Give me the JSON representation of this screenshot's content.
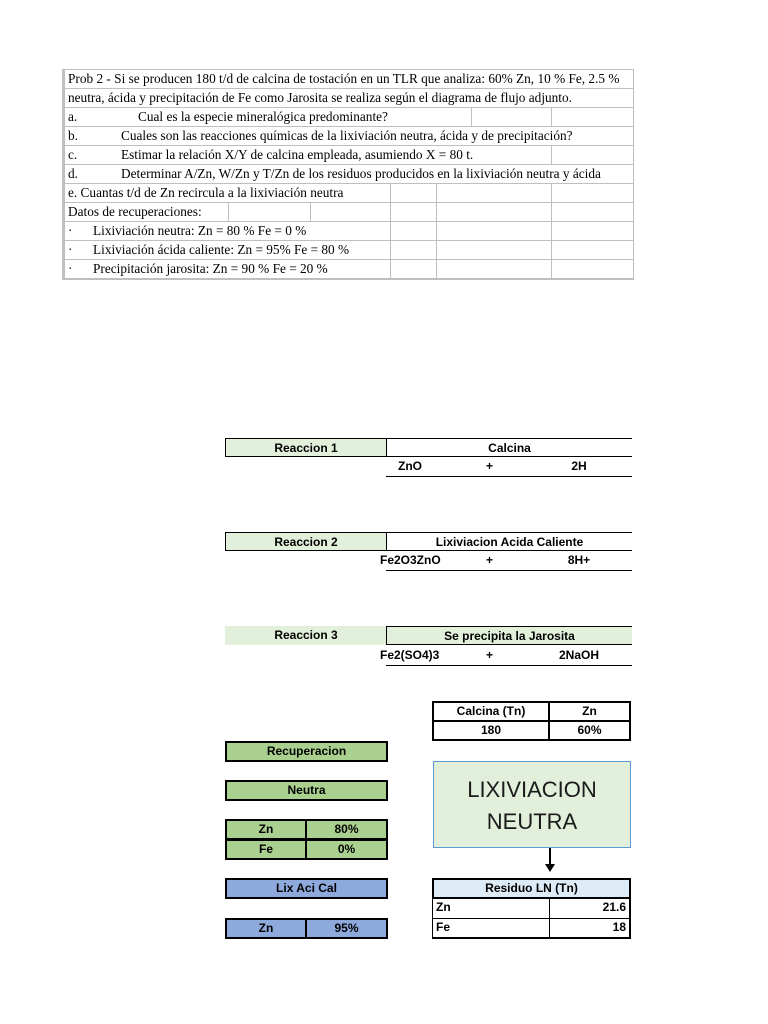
{
  "problem": {
    "line1": "Prob 2 - Si se producen 180 t/d de calcina de tostación en un TLR que analiza: 60% Zn, 10 % Fe, 2.5 %",
    "line2": "neutra, ácida y precipitación de Fe como Jarosita se realiza según el diagrama de flujo adjunto.",
    "items": [
      {
        "marker": "a.",
        "text": "Cual es la especie mineralógica predominante?"
      },
      {
        "marker": "b.",
        "text": "Cuales son las reacciones químicas de la lixiviación neutra, ácida y de precipitación?"
      },
      {
        "marker": "c.",
        "text": "Estimar la relación X/Y de calcina empleada, asumiendo X = 80 t."
      },
      {
        "marker": "d.",
        "text": "Determinar A/Zn, W/Zn y T/Zn de los residuos producidos en la lixiviación neutra y ácida"
      }
    ],
    "line_e": "e. Cuantas t/d de Zn recircula a la lixiviación neutra",
    "recov_title": "Datos de recuperaciones:",
    "bullets": [
      {
        "marker": "·",
        "text": "Lixiviación neutra: Zn = 80 % Fe = 0 %"
      },
      {
        "marker": "·",
        "text": "Lixiviación ácida caliente: Zn = 95% Fe = 80 %"
      },
      {
        "marker": "·",
        "text": "Precipitación jarosita: Zn = 90 % Fe = 20 %"
      }
    ]
  },
  "reactions": [
    {
      "label": "Reaccion 1",
      "title": "Calcina",
      "left": "ZnO",
      "plus": "+",
      "right": "2H"
    },
    {
      "label": "Reaccion 2",
      "title": "Lixiviacion Acida Caliente",
      "left": "Fe2O3ZnO",
      "plus": "+",
      "right": "8H+"
    },
    {
      "label": "Reaccion 3",
      "title": "Se precipita la Jarosita",
      "left": "Fe2(SO4)3",
      "plus": "+",
      "right": "2NaOH"
    }
  ],
  "calcina": {
    "col1": "Calcina (Tn)",
    "col2": "Zn",
    "val1": "180",
    "val2": "60%"
  },
  "recuperacion": {
    "title": "Recuperacion",
    "neutra": "Neutra",
    "neutra_rows": [
      {
        "el": "Zn",
        "val": "80%"
      },
      {
        "el": "Fe",
        "val": "0%"
      }
    ],
    "lix_aci_cal": "Lix Aci Cal",
    "lix_rows": [
      {
        "el": "Zn",
        "val": "95%"
      }
    ]
  },
  "lixiviacion": {
    "line1": "LIXIVIACION",
    "line2": "NEUTRA"
  },
  "residuo": {
    "title": "Residuo LN   (Tn)",
    "rows": [
      {
        "el": "Zn",
        "val": "21.6"
      },
      {
        "el": "Fe",
        "val": "18"
      }
    ]
  },
  "colors": {
    "green_light": "#e2efda",
    "green_mid": "#a9d08e",
    "blue_mid": "#8ea9db",
    "blue_light": "#ddebf7"
  }
}
